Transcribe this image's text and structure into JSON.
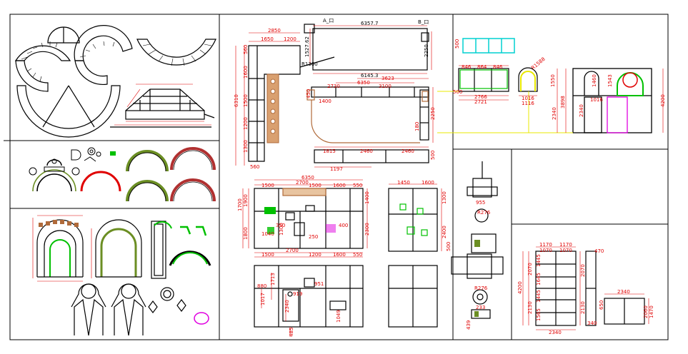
{
  "colors": {
    "line": "#000000",
    "dim": "#e00000",
    "green": "#00c000",
    "cyan": "#00d0d0",
    "yellow": "#e8e800",
    "magenta": "#e000e0",
    "brown": "#b06a3a"
  },
  "top_plan": {
    "label_left": "A_口",
    "label_right": "B_口",
    "overall_top": "6357.7",
    "height_left": "1527.62",
    "height_right": "2250",
    "radius": "R1300",
    "overall_bottom": "6145.3"
  },
  "left_elev": {
    "top_total": "2850",
    "top_a": "1650",
    "top_b": "1200",
    "side_total": "6310",
    "s1": "560",
    "s2": "1600",
    "s3": "1500",
    "s4": "1200",
    "s5": "1300",
    "s6": "560"
  },
  "counter": {
    "top1": "3623",
    "top2": "6350",
    "top3": "2730",
    "top4": "3100",
    "left_a": "450",
    "left_b": "1400",
    "right_h": "2250",
    "side_r": "180",
    "b1": "1815",
    "b2": "2460",
    "b3": "2460",
    "b4": "500",
    "b5": "1197"
  },
  "floor_plan": {
    "total": "6350",
    "t1": "1500",
    "t2": "2700",
    "t3": "1500",
    "t4": "1600",
    "t5": "550",
    "left_h1": "1700",
    "left_h2": "1800",
    "left_h3": "1900",
    "right_h1": "1400",
    "right_h2": "2300",
    "bottom1": "1500",
    "bottom2": "2700",
    "bottom3": "1200",
    "bottom4": "1600",
    "bottom5": "550",
    "inner1": "1040",
    "inner2": "350",
    "inner3": "1300",
    "inner4": "250",
    "inner5": "400"
  },
  "side_plan": {
    "w1": "1450",
    "w2": "1600",
    "h1": "1300",
    "h2": "2400",
    "h3": "500"
  },
  "lower_elev": {
    "a": "880",
    "b": "1713",
    "c": "951",
    "d": "919",
    "e": "1017",
    "f": "2340",
    "g": "1049",
    "h": "485"
  },
  "right_top": {
    "d1": "500",
    "d2": "846",
    "d3": "864",
    "d4": "846",
    "d5": "2766",
    "d6": "2721",
    "d7": "1016",
    "d8": "1116",
    "d9": "R1588",
    "d10": "1550",
    "d11": "2340",
    "d12": "3898",
    "d13": "2340",
    "d14": "1460",
    "d15": "1543",
    "d16": "1016",
    "d17": "4200",
    "d18": "500"
  },
  "small_details": {
    "a": "955",
    "b": "R276",
    "c": "R276",
    "d": "233",
    "e": "439"
  },
  "cabinet": {
    "w1": "1170",
    "w2": "1170",
    "w3": "1070",
    "w4": "1070",
    "h_total": "4200",
    "h_top": "2070",
    "h_bot": "2130",
    "c1": "1445",
    "c2": "1645",
    "c3": "1445",
    "c4": "1565",
    "bottom": "2340",
    "side_w": "470",
    "side_h1": "2070",
    "side_h2": "2130",
    "side_b": "340",
    "tbl_w": "2340",
    "tbl_h1": "2060",
    "tbl_h2": "1470",
    "tbl_h3": "650"
  }
}
